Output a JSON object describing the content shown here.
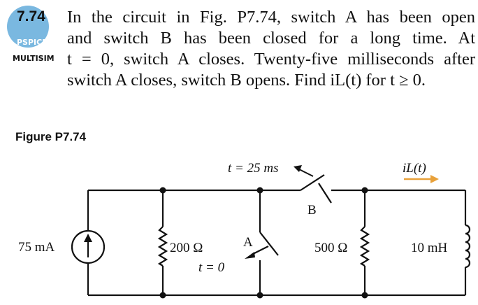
{
  "problem": {
    "number": "7.74",
    "tools": [
      "PSPICE",
      "MULTISIM"
    ],
    "lines": [
      "In the circuit in Fig. P7.74, switch A has been open",
      "and switch B has been closed for a long time. At",
      "t = 0, switch A closes. Twenty-five milliseconds after",
      "switch A closes, switch B opens. Find iL(t) for t ≥ 0."
    ]
  },
  "figure": {
    "title": "Figure P7.74",
    "components": {
      "source": "75 mA",
      "r1": "200 Ω",
      "switch_a": {
        "name": "A",
        "time": "t = 0"
      },
      "switch_b": {
        "name": "B",
        "time": "t = 25 ms"
      },
      "r2": "500 Ω",
      "inductor": "10 mH"
    },
    "current_label": "iL(t)",
    "colors": {
      "badge": "#7ab8e0",
      "current_arrow": "#e8a13a",
      "wire": "#111111"
    }
  }
}
